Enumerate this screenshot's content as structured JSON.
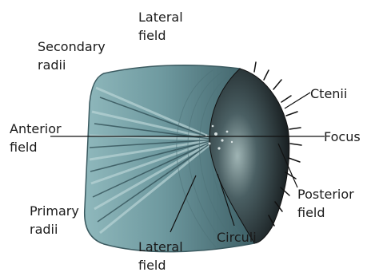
{
  "labels": {
    "lateral_top": [
      "Lateral",
      "field"
    ],
    "secondary_radii": [
      "Secondary",
      "radii"
    ],
    "ctenii": "Ctenii",
    "anterior_field": [
      "Anterior",
      "field"
    ],
    "focus": "Focus",
    "primary_radii": [
      "Primary",
      "radii"
    ],
    "posterior_field": [
      "Posterior",
      "field"
    ],
    "circuli": "Circuli",
    "lateral_bottom": [
      "Lateral",
      "field"
    ]
  },
  "colors": {
    "scale_body": "#6f9a9f",
    "scale_dark": "#2c4a50",
    "posterior": "#161a1c",
    "leader_line": "#111111",
    "text": "#1a1a1a"
  }
}
